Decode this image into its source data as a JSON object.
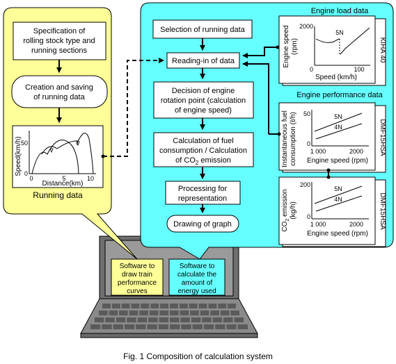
{
  "left_panel": {
    "box_spec_lines": [
      "Specification of",
      "rolling stock type and",
      "running sections"
    ],
    "box_create_lines": [
      "Creation and saving",
      "of running data"
    ],
    "chart": {
      "ylabel": "Speed(km/h)",
      "xlabel": "Distance(km)",
      "yticks": [
        "50",
        "0"
      ],
      "xticks": [
        "0",
        "5",
        "10"
      ]
    },
    "caption": "Running data"
  },
  "right_panel": {
    "steps": {
      "selection": "Selection of running data",
      "reading": "Reading-in of data",
      "decision_lines": [
        "Decision of engine",
        "rotation point (calculation",
        "of engine speed)"
      ],
      "calc_lines": [
        "Calculation of fuel",
        "consumption / Calculation"
      ],
      "calc_line3_a": "of CO",
      "calc_line3_sub": "2",
      "calc_line3_b": " emission",
      "processing_lines": [
        "Processing for",
        "representation"
      ],
      "drawing": "Drawing of graph"
    },
    "engine_load": {
      "title": "Engine load data",
      "ylabel_lines": [
        "Engine speed",
        "(rpm)"
      ],
      "ytick_top": "2000",
      "xlabel": "Speed  (km/h)",
      "xtick": "100",
      "origin": "0",
      "notch_label": "5N",
      "side_label": "KIHA 40"
    },
    "engine_perf": {
      "title": "Engine performance data",
      "fuel": {
        "ylabel_lines": [
          "Instantaneous fuel",
          "consumption (ℓ/h)"
        ],
        "ytick_top": "50",
        "origin": "0",
        "xticks": [
          "1 000",
          "2000"
        ],
        "xlabel": "Engine speed  (rpm)",
        "lines": [
          "5N",
          "4N"
        ],
        "side_label": "DMF15HSA"
      },
      "co2": {
        "ylabel_a": "CO",
        "ylabel_sub": "2",
        "ylabel_b": " emission",
        "ylabel_units": "(kg/h)",
        "ytick_top": "200",
        "origin": "0",
        "xticks": [
          "1 000",
          "2000"
        ],
        "xlabel": "Engine speed  (rpm)",
        "lines": [
          "5N",
          "4N"
        ],
        "side_label": "DMF15HSA"
      }
    }
  },
  "laptop": {
    "software_left_lines": [
      "Software to",
      "draw train",
      "performance",
      "curves"
    ],
    "software_right_lines": [
      "Software to",
      "calculate the",
      "amount of",
      "energy used"
    ],
    "colors": {
      "left": "#ffff99",
      "right": "#66ffff"
    }
  },
  "colors": {
    "left_panel": "#ffff99",
    "right_panel": "#66ffff"
  },
  "caption": "Fig. 1  Composition of calculation system"
}
